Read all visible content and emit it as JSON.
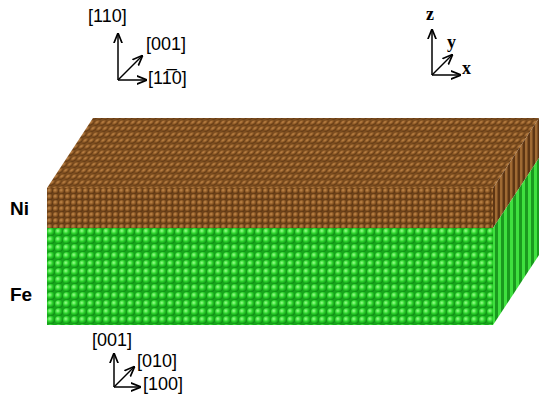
{
  "diagram": {
    "labels": [
      "[110]",
      "[001]",
      "[11̅0]",
      "z",
      "y",
      "x",
      "Ni",
      "Fe",
      "[001]",
      "[010]",
      "[100]"
    ]
  }
}
